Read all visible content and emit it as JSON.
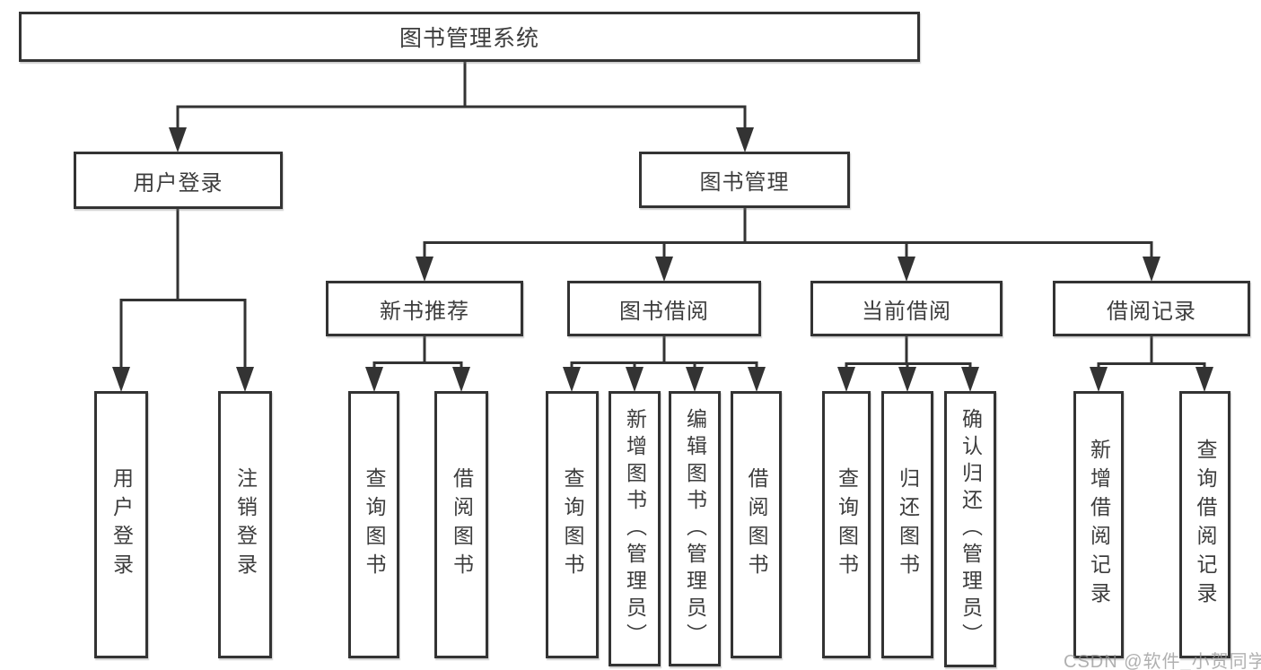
{
  "diagram": {
    "title": "图书管理系统",
    "tree": {
      "label": "图书管理系统",
      "children": [
        {
          "label": "用户登录",
          "children": [
            {
              "label": "用户登录"
            },
            {
              "label": "注销登录"
            }
          ]
        },
        {
          "label": "图书管理",
          "children": [
            {
              "label": "新书推荐",
              "children": [
                {
                  "label": "查询图书"
                },
                {
                  "label": "借阅图书"
                }
              ]
            },
            {
              "label": "图书借阅",
              "children": [
                {
                  "label": "查询图书"
                },
                {
                  "label": "新增图书（管理员）"
                },
                {
                  "label": "编辑图书（管理员）"
                },
                {
                  "label": "借阅图书"
                }
              ]
            },
            {
              "label": "当前借阅",
              "children": [
                {
                  "label": "查询图书"
                },
                {
                  "label": "归还图书"
                },
                {
                  "label": "确认归还（管理员）"
                }
              ]
            },
            {
              "label": "借阅记录",
              "children": [
                {
                  "label": "新增借阅记录"
                },
                {
                  "label": "查询借阅记录"
                }
              ]
            }
          ]
        }
      ]
    },
    "colors": {
      "line": "#333333",
      "text": "#3d3d3d",
      "background": "#ffffff",
      "watermark_gray": "#a8a8a8"
    }
  },
  "watermark": "CSDN @软件_小贺同学"
}
